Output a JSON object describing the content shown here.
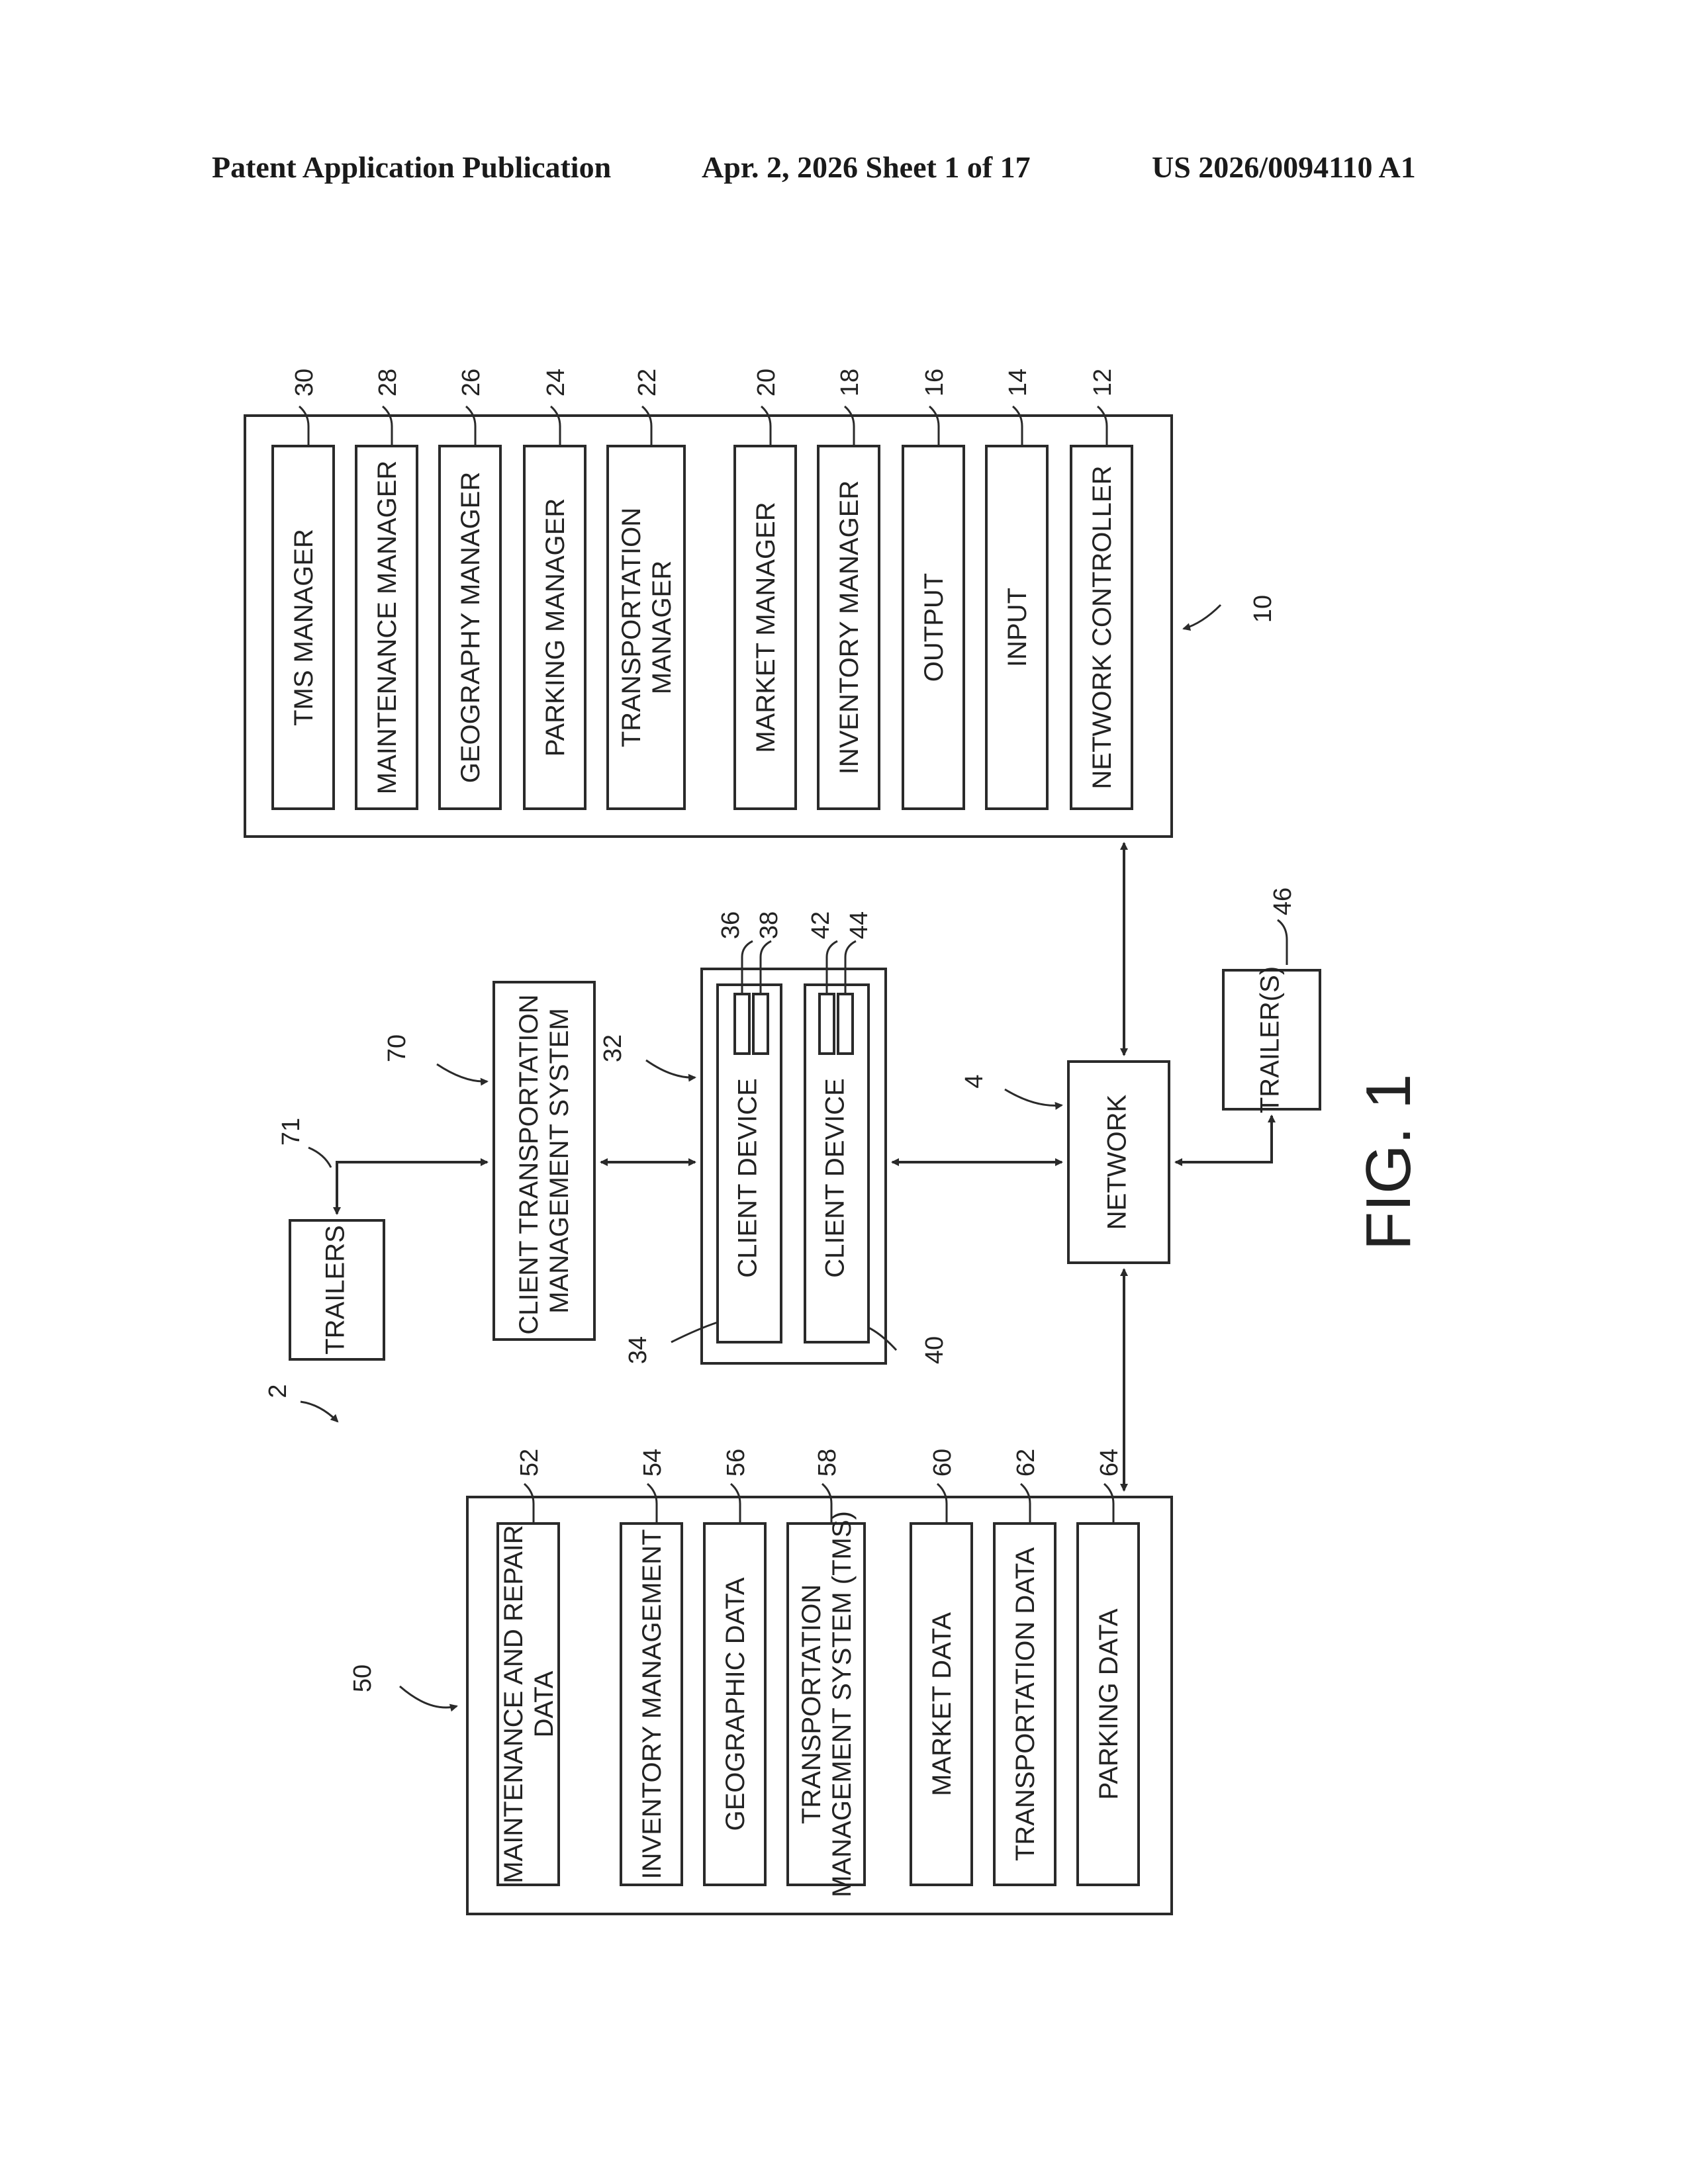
{
  "header": {
    "left": "Patent Application Publication",
    "date_sheet": "Apr. 2, 2026   Sheet 1 of 17",
    "pub_number": "US 2026/0094110 A1"
  },
  "figure_label": "FIG. 1",
  "refs": {
    "system": "2",
    "network": "4",
    "server": "10",
    "client_group": "32",
    "database": "50",
    "client_tms": "70",
    "client_trailers": "71",
    "trailers": "46"
  },
  "server_modules": [
    {
      "ref": "30",
      "label": "TMS MANAGER"
    },
    {
      "ref": "28",
      "label": "MAINTENANCE MANAGER"
    },
    {
      "ref": "26",
      "label": "GEOGRAPHY MANAGER"
    },
    {
      "ref": "24",
      "label": "PARKING MANAGER"
    },
    {
      "ref": "22",
      "label": "TRANSPORTATION\nMANAGER"
    },
    {
      "ref": "20",
      "label": "MARKET MANAGER"
    },
    {
      "ref": "18",
      "label": "INVENTORY MANAGER"
    },
    {
      "ref": "16",
      "label": "OUTPUT"
    },
    {
      "ref": "14",
      "label": "INPUT"
    },
    {
      "ref": "12",
      "label": "NETWORK CONTROLLER"
    }
  ],
  "database_modules": [
    {
      "ref": "52",
      "label": "MAINTENANCE AND REPAIR\nDATA"
    },
    {
      "ref": "54",
      "label": "INVENTORY MANAGEMENT"
    },
    {
      "ref": "56",
      "label": "GEOGRAPHIC DATA"
    },
    {
      "ref": "58",
      "label": "TRANSPORTATION\nMANAGEMENT SYSTEM (TMS)"
    },
    {
      "ref": "60",
      "label": "MARKET DATA"
    },
    {
      "ref": "62",
      "label": "TRANSPORTATION DATA"
    },
    {
      "ref": "64",
      "label": "PARKING DATA"
    }
  ],
  "client_devices": [
    {
      "ref": "34",
      "label": "CLIENT DEVICE",
      "component_refs": [
        "36",
        "38"
      ]
    },
    {
      "ref": "40",
      "label": "CLIENT DEVICE",
      "component_refs": [
        "42",
        "44"
      ]
    }
  ],
  "client_tms_label": "CLIENT TRANSPORTATION\nMANAGEMENT SYSTEM",
  "client_trailers_label": "TRAILERS",
  "network_label": "NETWORK",
  "trailers_label": "TRAILER(S)"
}
